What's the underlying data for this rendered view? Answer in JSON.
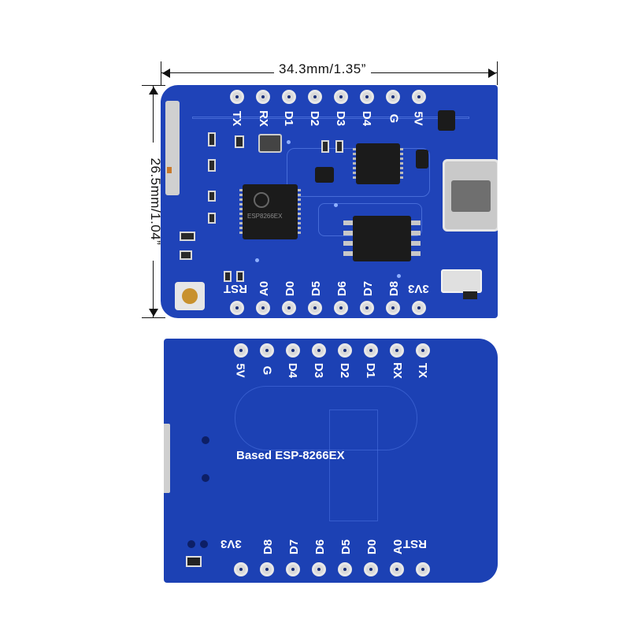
{
  "dimensions": {
    "width_label": "34.3mm/1.35”",
    "height_label": "26.5mm/1.04”"
  },
  "top_board": {
    "top_pins": [
      "TX",
      "RX",
      "D1",
      "D2",
      "D3",
      "D4",
      "G",
      "5V"
    ],
    "bottom_pins": [
      "RST",
      "A0",
      "D0",
      "D5",
      "D6",
      "D7",
      "D8",
      "3V3"
    ],
    "esp_chip_text": "ESP8266EX"
  },
  "bottom_board": {
    "top_pins": [
      "5V",
      "G",
      "D4",
      "D3",
      "D2",
      "D1",
      "RX",
      "TX"
    ],
    "bottom_pins": [
      "3V3",
      "D8",
      "D7",
      "D6",
      "D5",
      "D0",
      "A0",
      "RST"
    ],
    "silkscreen": "Based ESP-8266EX"
  },
  "colors": {
    "pcb": "#1f43b8",
    "silkscreen": "#ffffff"
  }
}
